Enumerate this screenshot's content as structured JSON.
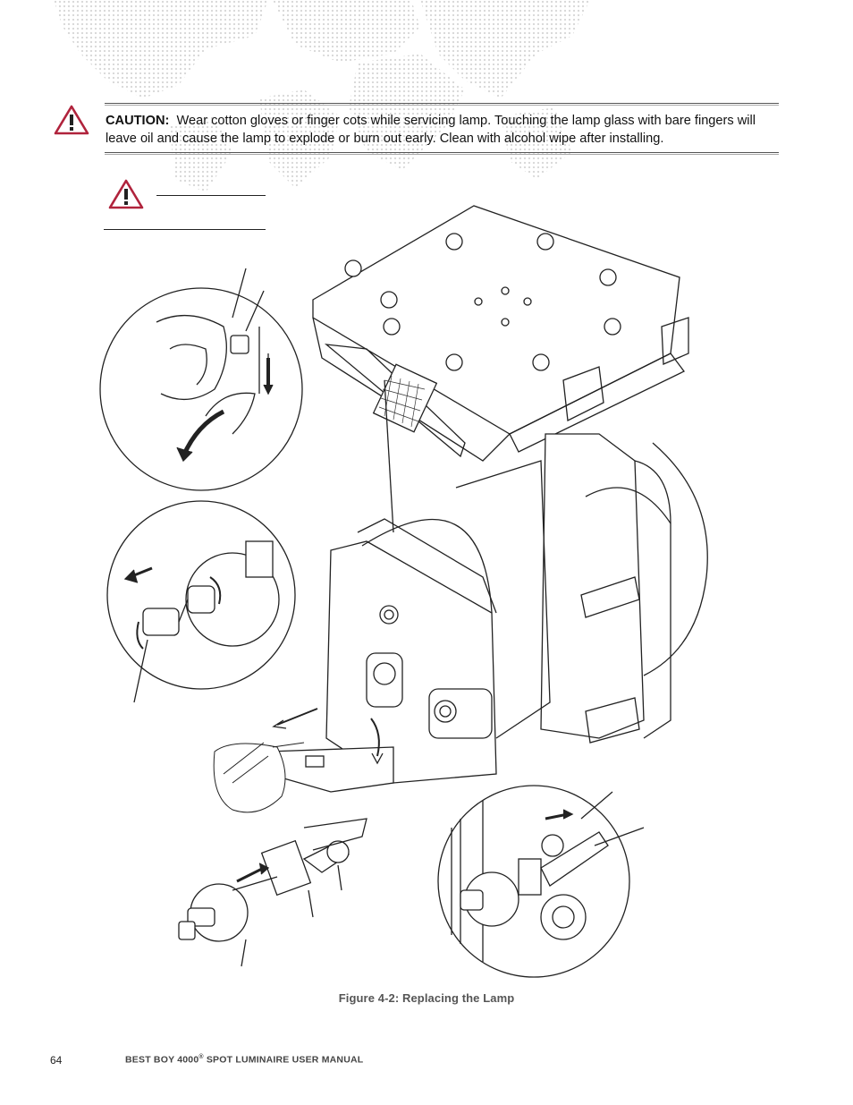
{
  "caution": {
    "label": "CAUTION:",
    "text": "Wear cotton gloves or finger cots while servicing lamp. Touching the lamp glass with bare fingers will leave oil and cause the lamp to explode or burn out early. Clean with alcohol wipe after installing."
  },
  "figure": {
    "caption": "Figure 4-2:  Replacing the Lamp"
  },
  "footer": {
    "page_number": "64",
    "title_prefix": "BEST BOY 4000",
    "registered_mark": "®",
    "title_suffix": " SPOT LUMINAIRE USER MANUAL"
  },
  "icons": [
    "warning-triangle-icon",
    "world-map-background"
  ],
  "colors": {
    "warning": "#b0233c",
    "rule": "#555555",
    "caption": "#555555"
  }
}
